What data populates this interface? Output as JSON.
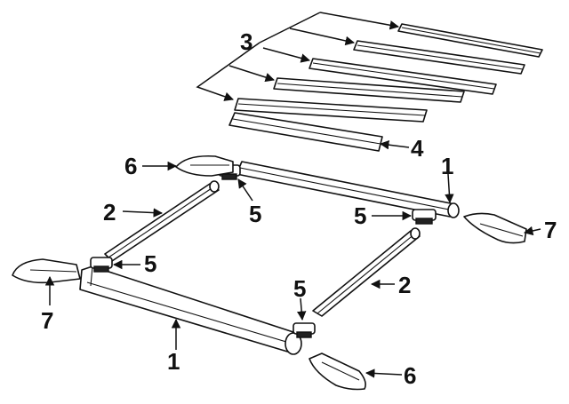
{
  "callouts": {
    "c1_front": "1",
    "c1_rear": "1",
    "c2_left": "2",
    "c2_right": "2",
    "c3": "3",
    "c4": "4",
    "c5_upper_left": "5",
    "c5_upper_right": "5",
    "c5_lower_left": "5",
    "c5_lower_right": "5",
    "c6_upper": "6",
    "c6_lower": "6",
    "c7_left": "7",
    "c7_right": "7"
  }
}
